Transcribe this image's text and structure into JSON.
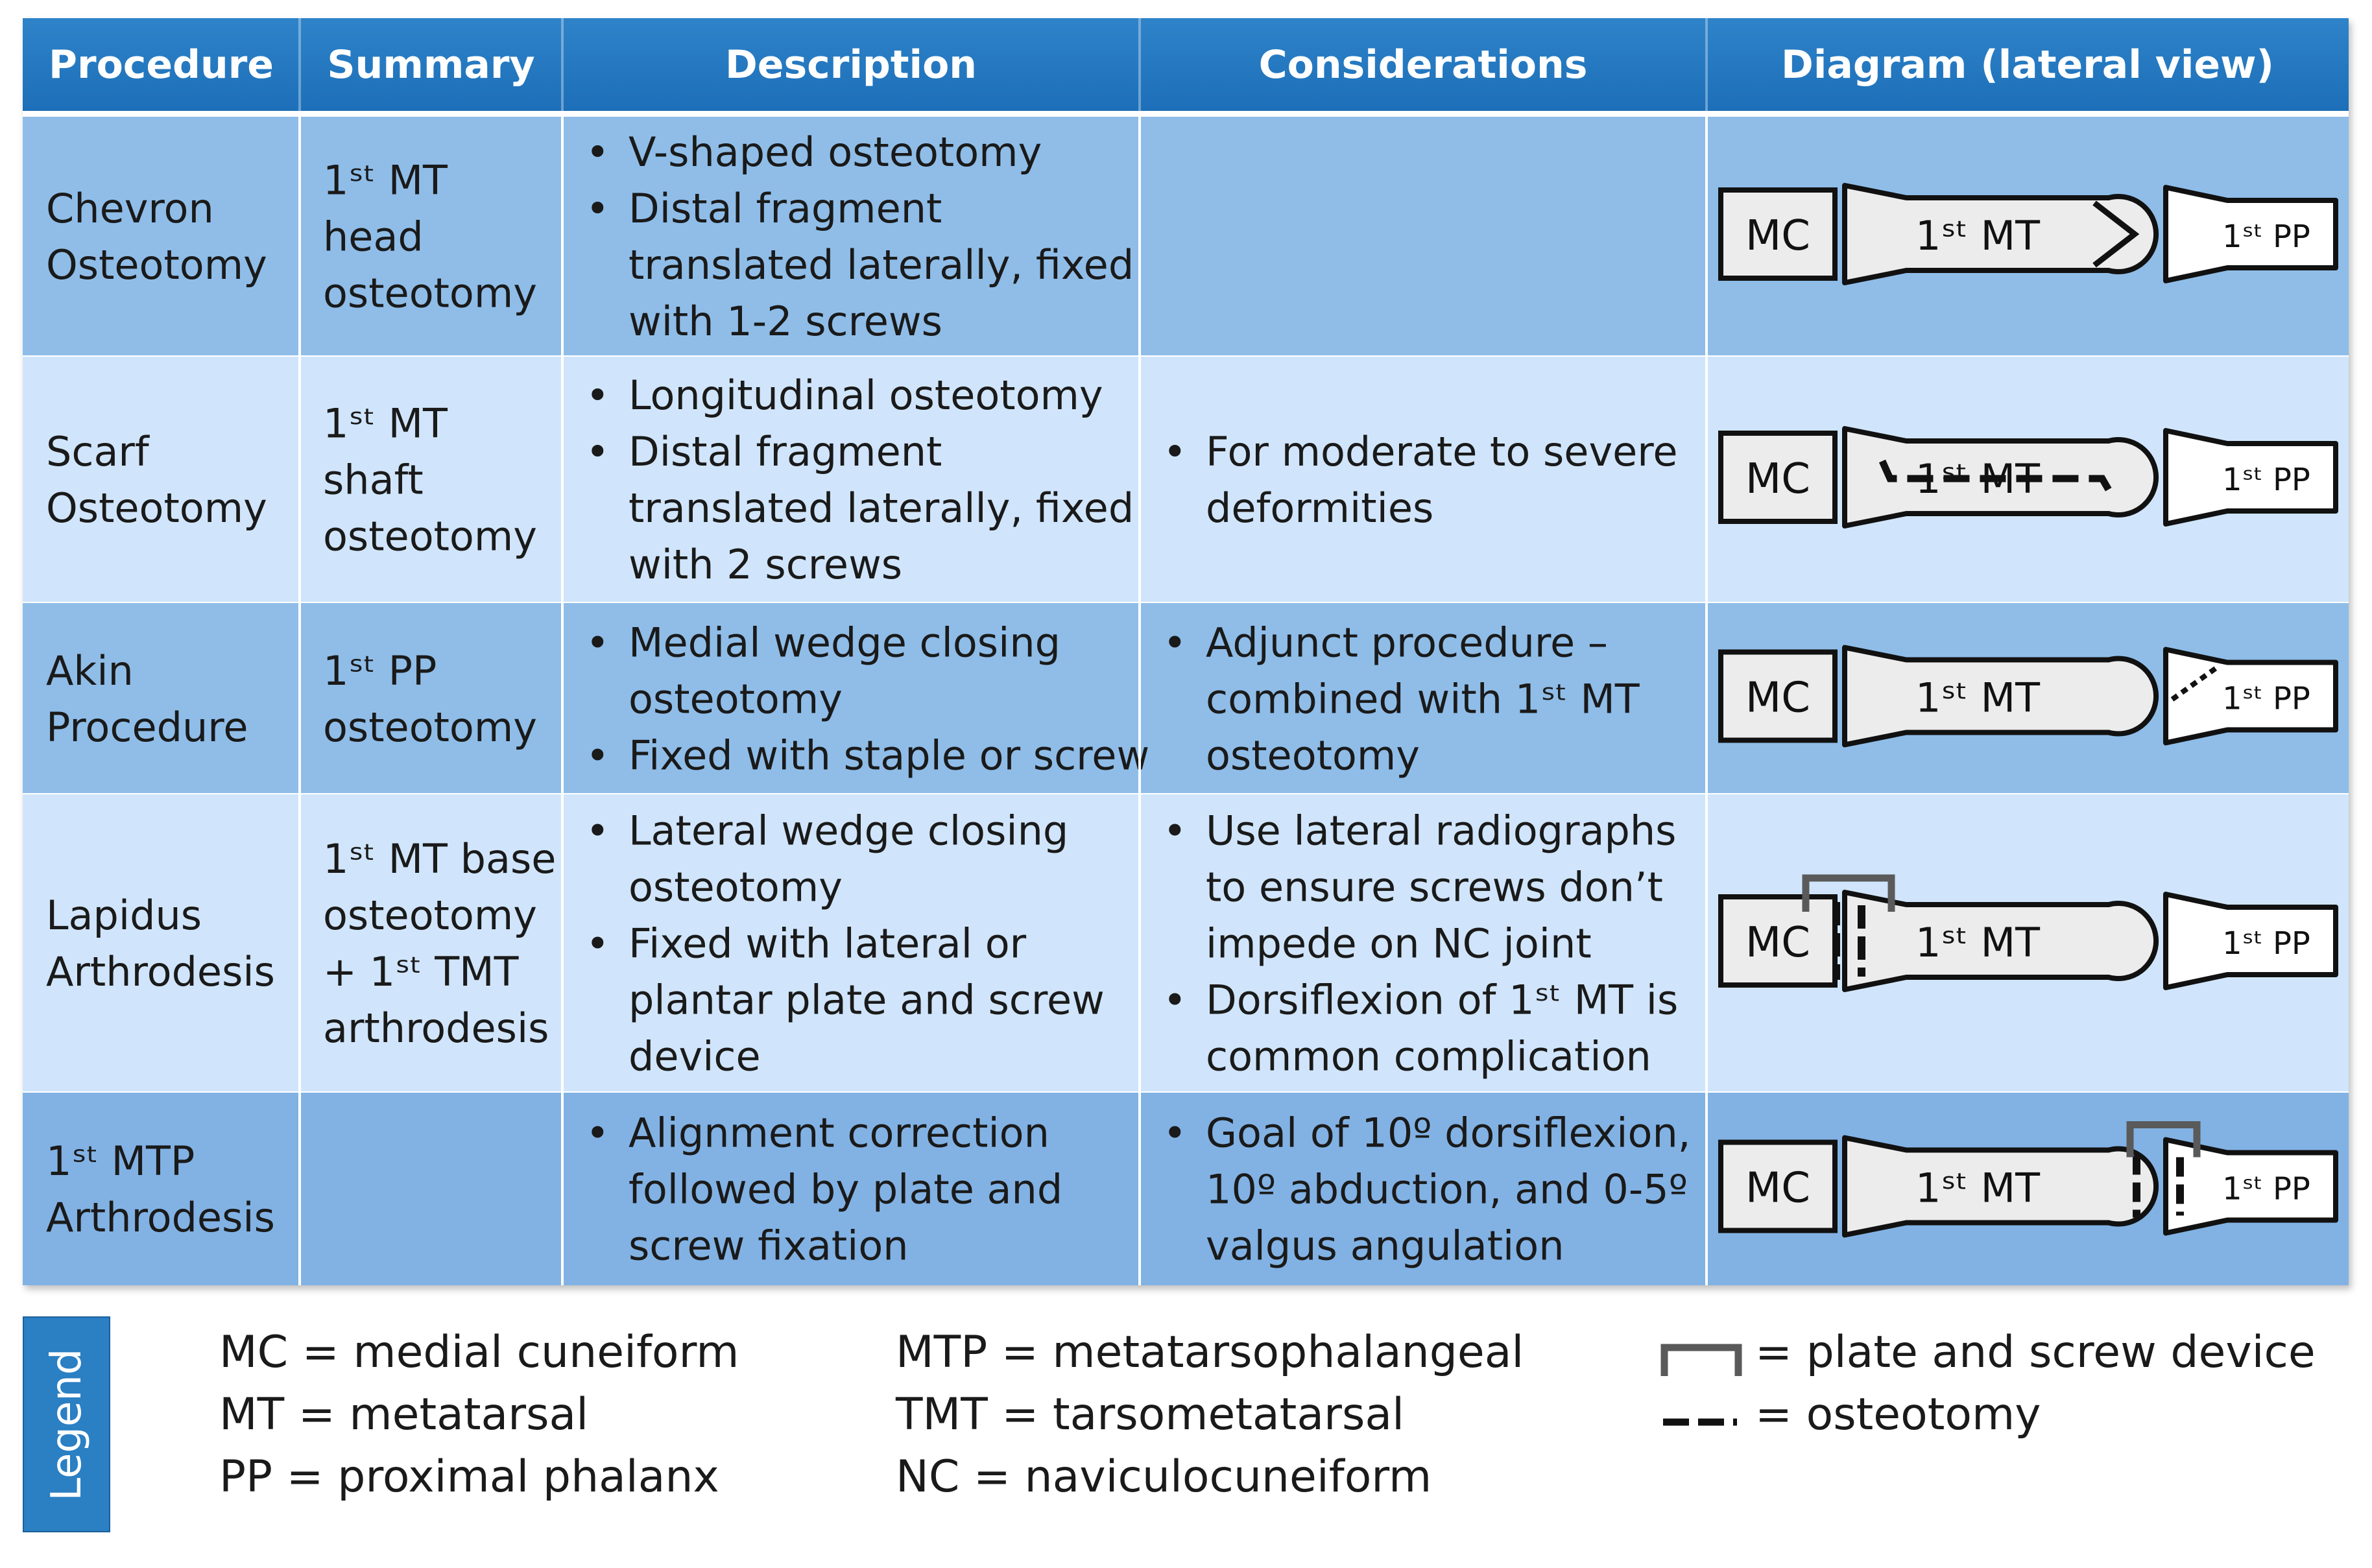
{
  "table": {
    "headers": [
      "Procedure",
      "Summary",
      "Description",
      "Considerations",
      "Diagram (lateral view)"
    ],
    "rows": [
      {
        "procedure": [
          "Chevron",
          "Osteotomy"
        ],
        "summary": [
          "1ˢᵗ MT",
          "head",
          "osteotomy"
        ],
        "description": [
          "V-shaped osteotomy",
          "Distal fragment translated laterally, fixed with 1-2 screws"
        ],
        "description_lines": [
          [
            "V-shaped osteotomy"
          ],
          [
            "Distal fragment",
            "translated laterally, fixed",
            "with 1-2 screws"
          ]
        ],
        "considerations_lines": [],
        "diagram": {
          "mc": "MC",
          "mt": "1ˢᵗ MT",
          "pp": "1ˢᵗ PP",
          "feature": "chevron-osteotomy"
        }
      },
      {
        "procedure": [
          "Scarf",
          "Osteotomy"
        ],
        "summary": [
          "1ˢᵗ MT",
          "shaft",
          "osteotomy"
        ],
        "description_lines": [
          [
            "Longitudinal osteotomy"
          ],
          [
            "Distal fragment",
            "translated laterally, fixed",
            "with 2 screws"
          ]
        ],
        "considerations_lines": [
          [
            "For moderate to severe",
            "deformities"
          ]
        ],
        "diagram": {
          "mc": "MC",
          "mt": "1ˢᵗ MT",
          "pp": "1ˢᵗ PP",
          "feature": "scarf-osteotomy"
        }
      },
      {
        "procedure": [
          "Akin",
          "Procedure"
        ],
        "summary": [
          "1ˢᵗ PP",
          "osteotomy"
        ],
        "description_lines": [
          [
            "Medial wedge closing",
            "osteotomy"
          ],
          [
            "Fixed with staple or screw"
          ]
        ],
        "considerations_lines": [
          [
            "Adjunct procedure –",
            "combined with 1ˢᵗ MT",
            "osteotomy"
          ]
        ],
        "diagram": {
          "mc": "MC",
          "mt": "1ˢᵗ MT",
          "pp": "1ˢᵗ PP",
          "feature": "akin-osteotomy"
        }
      },
      {
        "procedure": [
          "Lapidus",
          "Arthrodesis"
        ],
        "summary": [
          "1ˢᵗ MT base",
          "osteotomy",
          "+ 1ˢᵗ TMT",
          "arthrodesis"
        ],
        "description_lines": [
          [
            "Lateral wedge closing",
            "osteotomy"
          ],
          [
            "Fixed with lateral or",
            "plantar plate and screw",
            "device"
          ]
        ],
        "considerations_lines": [
          [
            "Use lateral radiographs",
            "to ensure screws don’t",
            "impede on NC joint"
          ],
          [
            "Dorsiflexion of 1ˢᵗ MT is",
            "common complication"
          ]
        ],
        "diagram": {
          "mc": "MC",
          "mt": "1ˢᵗ MT",
          "pp": "1ˢᵗ PP",
          "feature": "tmt-plate"
        }
      },
      {
        "procedure": [
          "1ˢᵗ MTP",
          "Arthrodesis"
        ],
        "summary": [],
        "description_lines": [
          [
            "Alignment correction",
            "followed by plate and",
            "screw fixation"
          ]
        ],
        "considerations_lines": [
          [
            "Goal of 10º dorsiflexion,",
            "10º abduction, and 0-5º",
            "valgus angulation"
          ]
        ],
        "diagram": {
          "mc": "MC",
          "mt": "1ˢᵗ MT",
          "pp": "1ˢᵗ PP",
          "feature": "mtp-plate"
        }
      }
    ]
  },
  "legend": {
    "title": "Legend",
    "col1": [
      "MC = medial cuneiform",
      "MT = metatarsal",
      "PP = proximal phalanx"
    ],
    "col2": [
      "MTP = metatarsophalangeal",
      "TMT = tarsometatarsal",
      "NC = naviculocuneiform"
    ],
    "plate_label": "= plate and screw device",
    "osteotomy_label": "= osteotomy"
  },
  "colors": {
    "header": "#1c6fb8",
    "row_dark": "#8fbde8",
    "row_light": "#d0e5fb",
    "row_alt_dark": "#82b2e4",
    "plate": "#5a5a5a"
  }
}
